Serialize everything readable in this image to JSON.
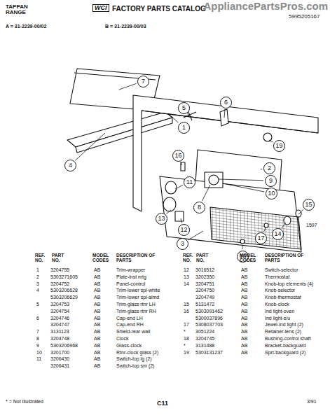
{
  "diagram": {
    "title": "FACTORY PARTS CATALOG",
    "labels": [
      "TAPPAN RANGE",
      "WCI",
      "5995205167",
      "A = 31-2239-00/02",
      "B = 31-2239-00/03",
      "AppliancePartsPros.com",
      "1597",
      "1",
      "2",
      "3",
      "4",
      "5",
      "6",
      "7",
      "8",
      "9",
      "10",
      "11",
      "12",
      "13",
      "14",
      "15",
      "16",
      "17",
      "18",
      "19",
      "REF. NO.",
      "PART NO.",
      "MODEL CODES",
      "DESCRIPTION OF PARTS",
      "REF. NO.",
      "PART NO.",
      "MODEL CODES",
      "DESCRIPTION OF PARTS",
      "1",
      "3204755",
      "AB",
      "Trim-wrapper",
      "2",
      "5303271605",
      "AB",
      "Plate-inst mtg",
      "3",
      "3204752",
      "AB",
      "Panel-control",
      "4",
      "5303206628",
      "AB",
      "Trim-lower spl-white",
      "5303206629",
      "AB",
      "Trim-lower spl-almd",
      "5",
      "3204753",
      "AB",
      "Trim-glass rtnr LH",
      "3204754",
      "AB",
      "Trim-glass rtnr RH",
      "6",
      "3204746",
      "AB",
      "Cap-end LH",
      "3204747",
      "AB",
      "Cap-end RH",
      "7",
      "3131123",
      "AB",
      "Shield-rear wall",
      "8",
      "3204748",
      "AB",
      "Clock",
      "9",
      "5303206968",
      "AB",
      "Glass-clock",
      "10",
      "3201700",
      "AB",
      "Rtnr-clock glass (2)",
      "11",
      "3206430",
      "AB",
      "Switch-top lg (2)",
      "3206431",
      "AB",
      "Switch-top sm (2)",
      "12",
      "3016512",
      "AB",
      "Switch-selector",
      "13",
      "3202350",
      "AB",
      "Thermostat",
      "14",
      "3204751",
      "AB",
      "Knob-top elements (4)",
      "3204750",
      "AB",
      "Knob-selector",
      "3204749",
      "AB",
      "Knob-thermostat",
      "15",
      "5131472",
      "AB",
      "Knob-clock",
      "16",
      "5303091462",
      "AB",
      "Ind light-oven",
      "5300037896",
      "AB",
      "Ind light-s/u",
      "17",
      "5308037703",
      "AB",
      "Jewel-ind light (2)",
      "*",
      "3051224",
      "AB",
      "Retainer-lens (2)",
      "18",
      "3204745",
      "AB",
      "Bushing-control shaft",
      "*",
      "3131488",
      "AB",
      "Bracket-backguard",
      "19",
      "5303131237",
      "AB",
      "Sprt-backguard (2)",
      "* = Not Illustrated",
      "C11",
      "3/91"
    ]
  }
}
